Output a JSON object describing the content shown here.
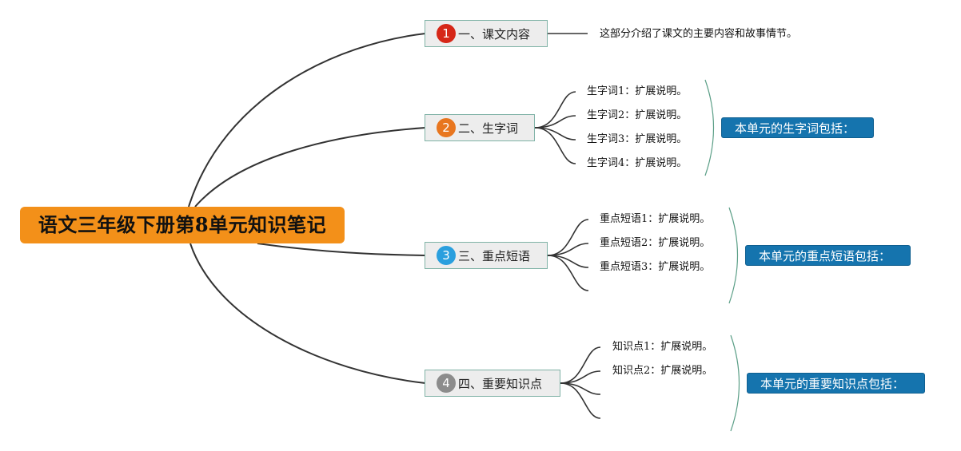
{
  "root": {
    "title": "语文三年级下册第8单元知识笔记"
  },
  "branches": [
    {
      "number": "1",
      "label": "一、课文内容",
      "color": "#d62718",
      "desc": "这部分介绍了课文的主要内容和故事情节。"
    },
    {
      "number": "2",
      "label": "二、生字词",
      "color": "#e8761f",
      "items": [
        "生字词1：扩展说明。",
        "生字词2：扩展说明。",
        "生字词3：扩展说明。",
        "生字词4：扩展说明。"
      ],
      "summary": "本单元的生字词包括："
    },
    {
      "number": "3",
      "label": "三、重点短语",
      "color": "#2a9fde",
      "items": [
        "重点短语1：扩展说明。",
        "重点短语2：扩展说明。",
        "重点短语3：扩展说明。"
      ],
      "summary": "本单元的重点短语包括："
    },
    {
      "number": "4",
      "label": "四、重要知识点",
      "color": "#8c8c8c",
      "items": [
        "知识点1：扩展说明。",
        "知识点2：扩展说明。"
      ],
      "summary": "本单元的重要知识点包括："
    }
  ],
  "colors": {
    "root": "#f39019",
    "summary": "#1574ae",
    "bracket": "#5a9e86",
    "line": "#333333"
  }
}
